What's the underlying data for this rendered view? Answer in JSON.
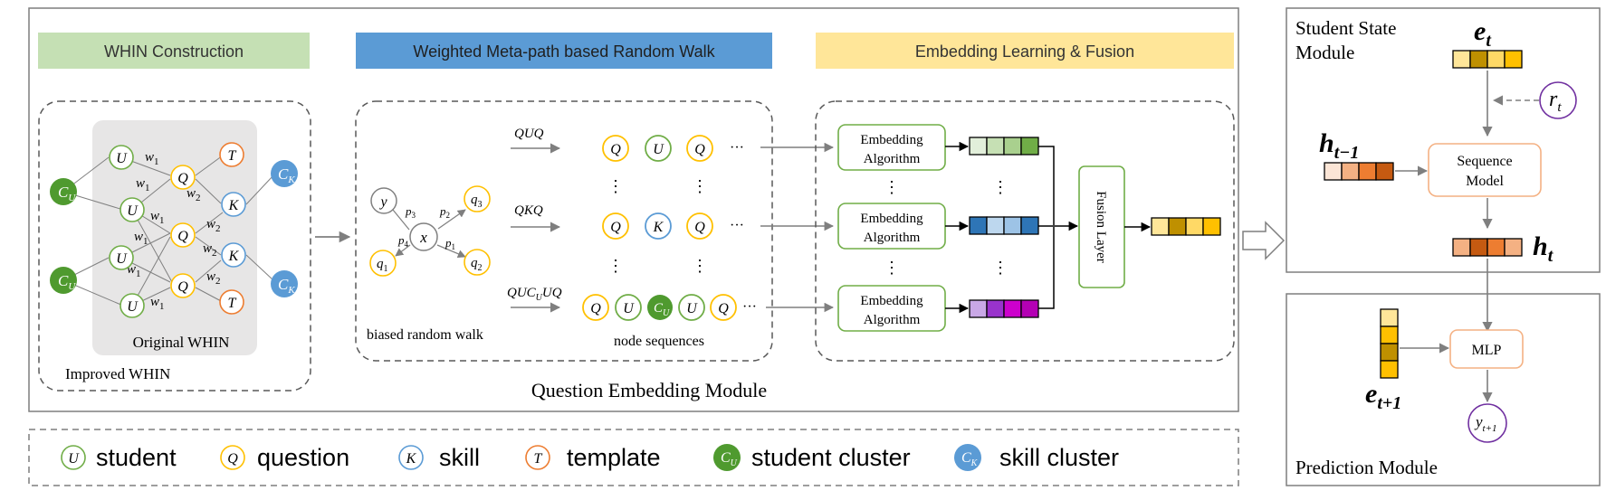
{
  "panels": {
    "question_embedding": "Question Embedding Module",
    "student_state": [
      "Student State",
      "Module"
    ],
    "prediction": "Prediction Module"
  },
  "headers": {
    "whin": "WHIN Construction",
    "walk": "Weighted Meta-path based Random Walk",
    "embed": "Embedding Learning & Fusion"
  },
  "whin": {
    "original_label": "Original WHIN",
    "improved_label": "Improved WHIN",
    "edge_w1": "w",
    "edge_w2": "w",
    "sub1": "1",
    "sub2": "2",
    "node_u": "U",
    "node_q": "Q",
    "node_t": "T",
    "node_k": "K",
    "node_cu_main": "C",
    "node_cu_sub": "U",
    "node_ck_main": "C",
    "node_ck_sub": "K"
  },
  "walk": {
    "biased_label": "biased random walk",
    "node_seq_label": "node sequences",
    "mp1": "QUQ",
    "mp2": "QKQ",
    "mp3_a": "QUC",
    "mp3_sub": "U",
    "mp3_b": "UQ",
    "x": "x",
    "y": "y",
    "q": "q",
    "p": "p",
    "n1": "1",
    "n2": "2",
    "n3": "3",
    "n4": "4",
    "ellipsis": "···",
    "vdots": "⋮"
  },
  "embedding": {
    "alg_line1": "Embedding",
    "alg_line2": "Algorithm",
    "fusion": "Fusion Layer"
  },
  "student_state": {
    "e_t": "e",
    "e_sub": "t",
    "r_t": "r",
    "r_sub": "t",
    "h_prev": "h",
    "h_prev_sub": "t−1",
    "seq_line1": "Sequence",
    "seq_line2": "Model",
    "h_t": "h",
    "h_t_sub": "t"
  },
  "prediction": {
    "mlp": "MLP",
    "e_next": "e",
    "e_next_sub": "t+1",
    "y": "y",
    "y_sub": "t+1"
  },
  "legend": {
    "student": "student",
    "question": "question",
    "skill": "skill",
    "template": "template",
    "student_cluster": "student cluster",
    "skill_cluster": "skill cluster"
  },
  "colors": {
    "student": "#70ad47",
    "question": "#ffc000",
    "skill": "#5b9bd5",
    "template": "#ed7d31",
    "cluster_fill": "#4f9a2f",
    "header_green": "#c5e0b4",
    "header_blue": "#5b9bd5",
    "header_yellow": "#ffe699",
    "purple": "#7030a0"
  }
}
